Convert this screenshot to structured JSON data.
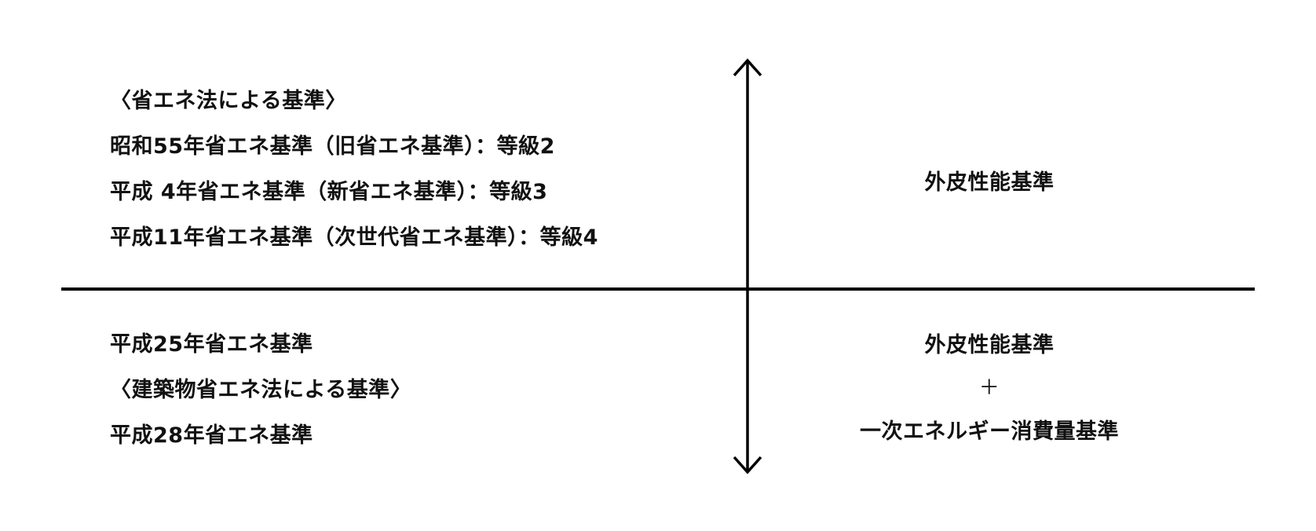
{
  "diagram": {
    "upper_left": {
      "heading": "〈省エネ法による基準〉",
      "items": [
        "昭和55年省エネ基準（旧省エネ基準）：等級2",
        "平成 4年省エネ基準（新省エネ基準）：等級3",
        "平成11年省エネ基準（次世代省エネ基準）：等級4"
      ]
    },
    "upper_right": {
      "label": "外皮性能基準"
    },
    "lower_left": {
      "items": [
        "平成25年省エネ基準",
        "〈建築物省エネ法による基準〉",
        "平成28年省エネ基準"
      ]
    },
    "lower_right": {
      "line1": "外皮性能基準",
      "plus": "＋",
      "line2": "一次エネルギー消費量基準"
    },
    "axes": {
      "vertical_arrow": "double-headed",
      "horizontal_divider": "solid",
      "color": "#000000"
    }
  }
}
